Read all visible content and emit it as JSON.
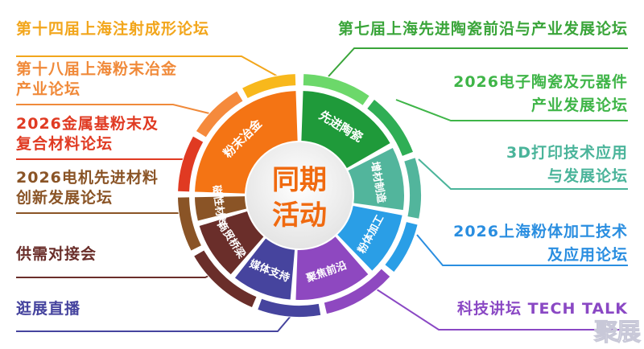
{
  "center": {
    "line1": "同期",
    "line2": "活动",
    "color": "#f06a10"
  },
  "segments": [
    {
      "label": "粉末冶金",
      "color": "#f47414"
    },
    {
      "label": "先进陶瓷",
      "color": "#1f9a3a"
    },
    {
      "label": "增材制造",
      "color": "#52b59c"
    },
    {
      "label": "粉体加工",
      "color": "#2a9ee6"
    },
    {
      "label": "聚焦前沿",
      "color": "#8e48c0"
    },
    {
      "label": "媒体支持",
      "color": "#46449e"
    },
    {
      "label": "商贸桥梁",
      "color": "#6a2e2a"
    },
    {
      "label": "磁性材料",
      "color": "#8a5426"
    }
  ],
  "left_items": [
    {
      "lines": [
        "第十四届上海注射成形论坛"
      ],
      "color": "#f2a61c"
    },
    {
      "lines": [
        "第十八届上海粉末冶金",
        "产业论坛"
      ],
      "color": "#f08a3a"
    },
    {
      "lines": [
        "2026金属基粉末及",
        "复合材料论坛"
      ],
      "color": "#e03a22"
    },
    {
      "lines": [
        "2026电机先进材料",
        "创新发展论坛"
      ],
      "color": "#8a5426"
    },
    {
      "lines": [
        "供需对接会"
      ],
      "color": "#6a2e2a"
    },
    {
      "lines": [
        "逛展直播"
      ],
      "color": "#46449e"
    }
  ],
  "right_items": [
    {
      "lines": [
        "第七届上海先进陶瓷前沿与产业发展论坛"
      ],
      "color": "#3aa53a"
    },
    {
      "lines": [
        "2026电子陶瓷及元器件",
        "产业发展论坛"
      ],
      "color": "#3fb548"
    },
    {
      "lines": [
        "3D打印技术应用",
        "与发展论坛"
      ],
      "color": "#4ab49a"
    },
    {
      "lines": [
        "2026上海粉体加工技术",
        "及应用论坛"
      ],
      "color": "#2a8ee0"
    },
    {
      "lines": [
        "科技讲坛 TECH TALK"
      ],
      "color": "#8a48c4"
    }
  ],
  "watermark": "聚展"
}
